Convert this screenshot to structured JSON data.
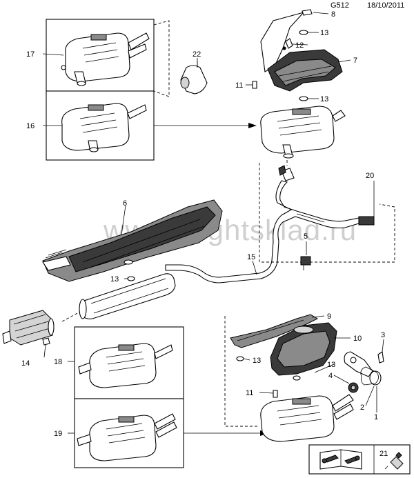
{
  "header": {
    "code": "G512",
    "date": "18/10/2011"
  },
  "watermark": "www.mightsklad.ru",
  "callouts": {
    "c1": "1",
    "c2": "2",
    "c3": "3",
    "c4": "4",
    "c5": "5",
    "c6": "6",
    "c7": "7",
    "c8": "8",
    "c9": "9",
    "c10": "10",
    "c11a": "11",
    "c11b": "11",
    "c12": "12",
    "c13a": "13",
    "c13b": "13",
    "c13c": "13",
    "c13d": "13",
    "c13e": "13",
    "c14": "14",
    "c15": "15",
    "c16": "16",
    "c17": "17",
    "c18": "18",
    "c19": "19",
    "c20": "20",
    "c21": "21",
    "c22": "22"
  },
  "icons": {
    "manual": "manual-wrench-book-icon",
    "sealant": "sealant-tube-icon"
  }
}
